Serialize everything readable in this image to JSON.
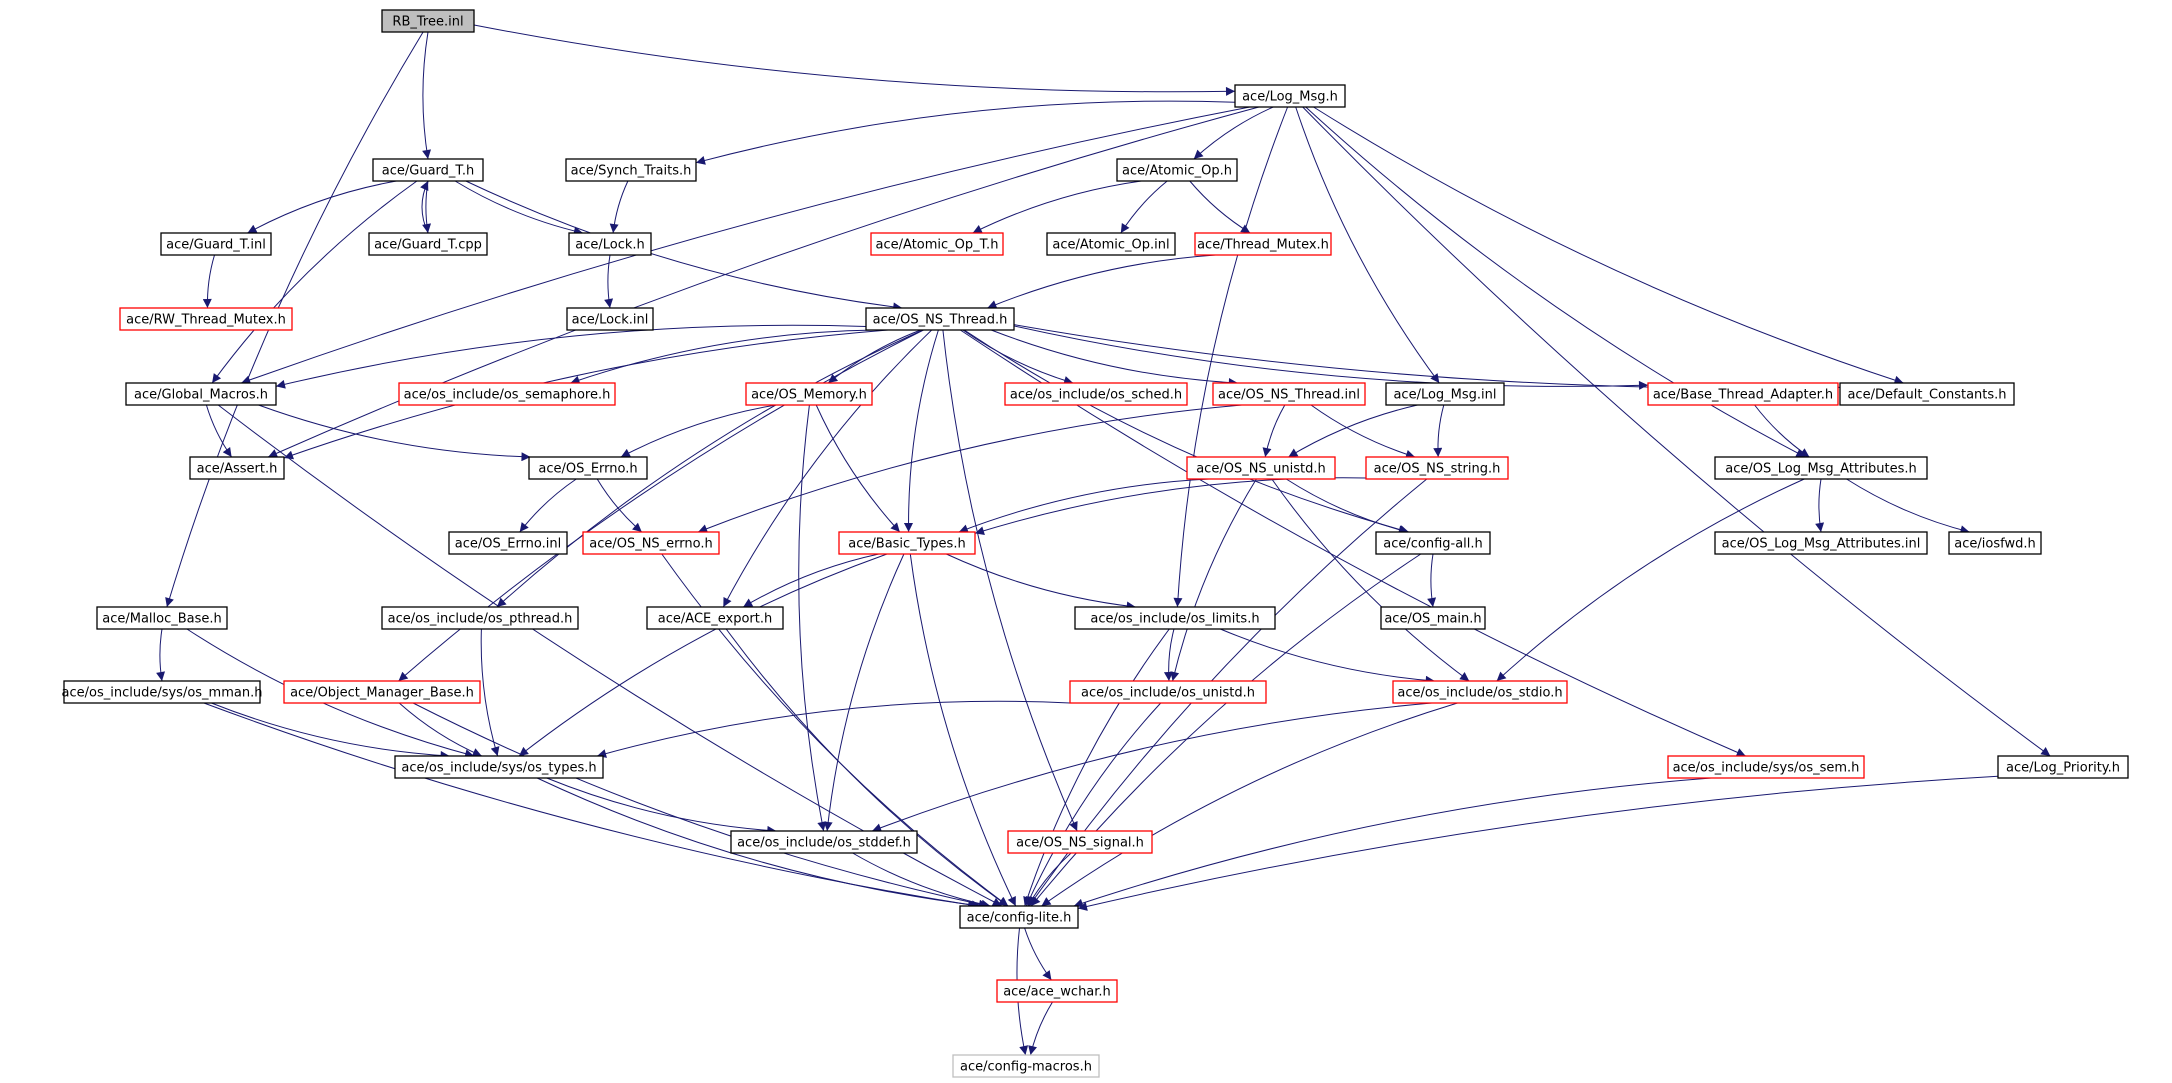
{
  "colors": {
    "edge": "#191970",
    "arrowhead": "#191970",
    "border_normal": "#000000",
    "border_incomplete": "#ff0000",
    "border_external": "#bfbfbf",
    "fill_root": "#bfbfbf",
    "fill_default": "#ffffff"
  },
  "graph": {
    "nodes": [
      {
        "id": "rb_tree_inl",
        "label": "RB_Tree.inl",
        "kind": "root"
      },
      {
        "id": "log_msg_h",
        "label": "ace/Log_Msg.h",
        "kind": "normal"
      },
      {
        "id": "guard_t_h",
        "label": "ace/Guard_T.h",
        "kind": "normal"
      },
      {
        "id": "synch_traits_h",
        "label": "ace/Synch_Traits.h",
        "kind": "normal"
      },
      {
        "id": "atomic_op_h",
        "label": "ace/Atomic_Op.h",
        "kind": "normal"
      },
      {
        "id": "guard_t_inl",
        "label": "ace/Guard_T.inl",
        "kind": "normal"
      },
      {
        "id": "guard_t_cpp",
        "label": "ace/Guard_T.cpp",
        "kind": "normal"
      },
      {
        "id": "lock_h",
        "label": "ace/Lock.h",
        "kind": "normal"
      },
      {
        "id": "atomic_op_t_h",
        "label": "ace/Atomic_Op_T.h",
        "kind": "incomplete"
      },
      {
        "id": "atomic_op_inl",
        "label": "ace/Atomic_Op.inl",
        "kind": "normal"
      },
      {
        "id": "thread_mutex_h",
        "label": "ace/Thread_Mutex.h",
        "kind": "incomplete"
      },
      {
        "id": "rw_thread_mutex_h",
        "label": "ace/RW_Thread_Mutex.h",
        "kind": "incomplete"
      },
      {
        "id": "lock_inl",
        "label": "ace/Lock.inl",
        "kind": "normal"
      },
      {
        "id": "os_ns_thread_h",
        "label": "ace/OS_NS_Thread.h",
        "kind": "normal"
      },
      {
        "id": "global_macros_h",
        "label": "ace/Global_Macros.h",
        "kind": "normal"
      },
      {
        "id": "os_semaphore_h",
        "label": "ace/os_include/os_semaphore.h",
        "kind": "incomplete"
      },
      {
        "id": "os_memory_h",
        "label": "ace/OS_Memory.h",
        "kind": "incomplete"
      },
      {
        "id": "os_sched_h",
        "label": "ace/os_include/os_sched.h",
        "kind": "incomplete"
      },
      {
        "id": "os_ns_thread_inl",
        "label": "ace/OS_NS_Thread.inl",
        "kind": "incomplete"
      },
      {
        "id": "log_msg_inl",
        "label": "ace/Log_Msg.inl",
        "kind": "normal"
      },
      {
        "id": "base_thread_adapter_h",
        "label": "ace/Base_Thread_Adapter.h",
        "kind": "incomplete"
      },
      {
        "id": "default_constants_h",
        "label": "ace/Default_Constants.h",
        "kind": "normal"
      },
      {
        "id": "assert_h",
        "label": "ace/Assert.h",
        "kind": "normal"
      },
      {
        "id": "os_errno_h",
        "label": "ace/OS_Errno.h",
        "kind": "normal"
      },
      {
        "id": "os_ns_unistd_h",
        "label": "ace/OS_NS_unistd.h",
        "kind": "incomplete"
      },
      {
        "id": "os_ns_string_h",
        "label": "ace/OS_NS_string.h",
        "kind": "incomplete"
      },
      {
        "id": "os_log_msg_attributes_h",
        "label": "ace/OS_Log_Msg_Attributes.h",
        "kind": "normal"
      },
      {
        "id": "os_errno_inl",
        "label": "ace/OS_Errno.inl",
        "kind": "normal"
      },
      {
        "id": "os_ns_errno_h",
        "label": "ace/OS_NS_errno.h",
        "kind": "incomplete"
      },
      {
        "id": "basic_types_h",
        "label": "ace/Basic_Types.h",
        "kind": "incomplete"
      },
      {
        "id": "config_all_h",
        "label": "ace/config-all.h",
        "kind": "normal"
      },
      {
        "id": "os_log_msg_attributes_inl",
        "label": "ace/OS_Log_Msg_Attributes.inl",
        "kind": "normal"
      },
      {
        "id": "iosfwd_h",
        "label": "ace/iosfwd.h",
        "kind": "normal"
      },
      {
        "id": "malloc_base_h",
        "label": "ace/Malloc_Base.h",
        "kind": "normal"
      },
      {
        "id": "os_pthread_h",
        "label": "ace/os_include/os_pthread.h",
        "kind": "normal"
      },
      {
        "id": "ace_export_h",
        "label": "ace/ACE_export.h",
        "kind": "normal"
      },
      {
        "id": "os_limits_h",
        "label": "ace/os_include/os_limits.h",
        "kind": "normal"
      },
      {
        "id": "os_main_h",
        "label": "ace/OS_main.h",
        "kind": "normal"
      },
      {
        "id": "os_mman_h",
        "label": "ace/os_include/sys/os_mman.h",
        "kind": "normal"
      },
      {
        "id": "object_manager_base_h",
        "label": "ace/Object_Manager_Base.h",
        "kind": "incomplete"
      },
      {
        "id": "os_unistd_h",
        "label": "ace/os_include/os_unistd.h",
        "kind": "incomplete"
      },
      {
        "id": "os_stdio_h",
        "label": "ace/os_include/os_stdio.h",
        "kind": "incomplete"
      },
      {
        "id": "os_types_h",
        "label": "ace/os_include/sys/os_types.h",
        "kind": "normal"
      },
      {
        "id": "os_sem_h",
        "label": "ace/os_include/sys/os_sem.h",
        "kind": "incomplete"
      },
      {
        "id": "log_priority_h",
        "label": "ace/Log_Priority.h",
        "kind": "normal"
      },
      {
        "id": "os_stddef_h",
        "label": "ace/os_include/os_stddef.h",
        "kind": "normal"
      },
      {
        "id": "os_ns_signal_h",
        "label": "ace/OS_NS_signal.h",
        "kind": "incomplete"
      },
      {
        "id": "config_lite_h",
        "label": "ace/config-lite.h",
        "kind": "normal"
      },
      {
        "id": "ace_wchar_h",
        "label": "ace/ace_wchar.h",
        "kind": "incomplete"
      },
      {
        "id": "config_macros_h",
        "label": "ace/config-macros.h",
        "kind": "external"
      }
    ],
    "edges": [
      [
        "rb_tree_inl",
        "log_msg_h"
      ],
      [
        "rb_tree_inl",
        "guard_t_h"
      ],
      [
        "rb_tree_inl",
        "malloc_base_h"
      ],
      [
        "log_msg_h",
        "global_macros_h"
      ],
      [
        "log_msg_h",
        "synch_traits_h"
      ],
      [
        "log_msg_h",
        "atomic_op_h"
      ],
      [
        "log_msg_h",
        "assert_h"
      ],
      [
        "log_msg_h",
        "log_msg_inl"
      ],
      [
        "log_msg_h",
        "default_constants_h"
      ],
      [
        "log_msg_h",
        "os_log_msg_attributes_h"
      ],
      [
        "log_msg_h",
        "os_limits_h"
      ],
      [
        "log_msg_h",
        "log_priority_h"
      ],
      [
        "guard_t_h",
        "guard_t_inl"
      ],
      [
        "guard_t_h",
        "guard_t_cpp"
      ],
      [
        "guard_t_cpp",
        "guard_t_h"
      ],
      [
        "guard_t_h",
        "lock_h"
      ],
      [
        "guard_t_h",
        "os_ns_thread_h"
      ],
      [
        "guard_t_h",
        "global_macros_h"
      ],
      [
        "synch_traits_h",
        "lock_h"
      ],
      [
        "atomic_op_h",
        "atomic_op_t_h"
      ],
      [
        "atomic_op_h",
        "atomic_op_inl"
      ],
      [
        "atomic_op_h",
        "thread_mutex_h"
      ],
      [
        "guard_t_inl",
        "rw_thread_mutex_h"
      ],
      [
        "lock_h",
        "lock_inl"
      ],
      [
        "thread_mutex_h",
        "os_ns_thread_h"
      ],
      [
        "os_ns_thread_h",
        "global_macros_h"
      ],
      [
        "os_ns_thread_h",
        "os_semaphore_h"
      ],
      [
        "os_ns_thread_h",
        "os_memory_h"
      ],
      [
        "os_ns_thread_h",
        "os_sched_h"
      ],
      [
        "os_ns_thread_h",
        "os_ns_thread_inl"
      ],
      [
        "os_ns_thread_h",
        "base_thread_adapter_h"
      ],
      [
        "os_ns_thread_h",
        "default_constants_h"
      ],
      [
        "os_ns_thread_h",
        "assert_h"
      ],
      [
        "os_ns_thread_h",
        "os_pthread_h"
      ],
      [
        "os_ns_thread_h",
        "object_manager_base_h"
      ],
      [
        "os_ns_thread_h",
        "ace_export_h"
      ],
      [
        "os_ns_thread_h",
        "basic_types_h"
      ],
      [
        "os_ns_thread_h",
        "os_ns_signal_h"
      ],
      [
        "os_ns_thread_h",
        "os_sem_h"
      ],
      [
        "os_ns_thread_h",
        "config_all_h"
      ],
      [
        "global_macros_h",
        "assert_h"
      ],
      [
        "global_macros_h",
        "os_errno_h"
      ],
      [
        "global_macros_h",
        "config_lite_h"
      ],
      [
        "os_memory_h",
        "os_errno_h"
      ],
      [
        "os_memory_h",
        "basic_types_h"
      ],
      [
        "os_memory_h",
        "os_stddef_h"
      ],
      [
        "os_ns_thread_inl",
        "os_ns_unistd_h"
      ],
      [
        "os_ns_thread_inl",
        "os_ns_string_h"
      ],
      [
        "os_ns_thread_inl",
        "os_ns_errno_h"
      ],
      [
        "log_msg_inl",
        "os_ns_unistd_h"
      ],
      [
        "log_msg_inl",
        "os_ns_string_h"
      ],
      [
        "base_thread_adapter_h",
        "os_log_msg_attributes_h"
      ],
      [
        "os_errno_h",
        "os_errno_inl"
      ],
      [
        "os_errno_h",
        "os_ns_errno_h"
      ],
      [
        "os_ns_unistd_h",
        "basic_types_h"
      ],
      [
        "os_ns_unistd_h",
        "config_all_h"
      ],
      [
        "os_ns_unistd_h",
        "os_unistd_h"
      ],
      [
        "os_ns_unistd_h",
        "os_stdio_h"
      ],
      [
        "os_ns_string_h",
        "basic_types_h"
      ],
      [
        "os_ns_string_h",
        "config_lite_h"
      ],
      [
        "os_log_msg_attributes_h",
        "os_log_msg_attributes_inl"
      ],
      [
        "os_log_msg_attributes_h",
        "iosfwd_h"
      ],
      [
        "os_log_msg_attributes_h",
        "os_stdio_h"
      ],
      [
        "os_ns_errno_h",
        "config_lite_h"
      ],
      [
        "basic_types_h",
        "ace_export_h"
      ],
      [
        "basic_types_h",
        "os_limits_h"
      ],
      [
        "basic_types_h",
        "os_types_h"
      ],
      [
        "basic_types_h",
        "os_stddef_h"
      ],
      [
        "basic_types_h",
        "config_lite_h"
      ],
      [
        "config_all_h",
        "os_main_h"
      ],
      [
        "config_all_h",
        "config_lite_h"
      ],
      [
        "malloc_base_h",
        "os_mman_h"
      ],
      [
        "malloc_base_h",
        "os_types_h"
      ],
      [
        "os_pthread_h",
        "os_types_h"
      ],
      [
        "ace_export_h",
        "config_lite_h"
      ],
      [
        "os_limits_h",
        "os_unistd_h"
      ],
      [
        "os_limits_h",
        "os_stdio_h"
      ],
      [
        "os_limits_h",
        "config_lite_h"
      ],
      [
        "os_mman_h",
        "os_types_h"
      ],
      [
        "os_mman_h",
        "config_lite_h"
      ],
      [
        "object_manager_base_h",
        "os_types_h"
      ],
      [
        "object_manager_base_h",
        "config_lite_h"
      ],
      [
        "os_unistd_h",
        "os_types_h"
      ],
      [
        "os_unistd_h",
        "config_lite_h"
      ],
      [
        "os_stdio_h",
        "os_stddef_h"
      ],
      [
        "os_stdio_h",
        "config_lite_h"
      ],
      [
        "os_types_h",
        "os_stddef_h"
      ],
      [
        "os_types_h",
        "config_lite_h"
      ],
      [
        "os_sem_h",
        "config_lite_h"
      ],
      [
        "log_priority_h",
        "config_lite_h"
      ],
      [
        "os_stddef_h",
        "config_lite_h"
      ],
      [
        "os_ns_signal_h",
        "config_lite_h"
      ],
      [
        "config_lite_h",
        "ace_wchar_h"
      ],
      [
        "config_lite_h",
        "config_macros_h"
      ],
      [
        "ace_wchar_h",
        "config_macros_h"
      ]
    ]
  }
}
